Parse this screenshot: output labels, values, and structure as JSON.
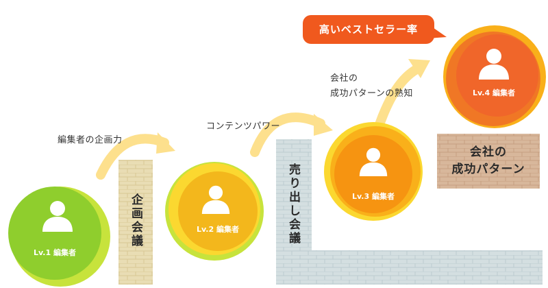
{
  "diagram": {
    "levels": [
      {
        "label": "Lv.1 編集者",
        "color": "#8fce2d"
      },
      {
        "label": "Lv.2 編集者",
        "color": "#f3b71c"
      },
      {
        "label": "Lv.3 編集者",
        "color": "#f69411"
      },
      {
        "label": "Lv.4 編集者",
        "color": "#f07725"
      }
    ],
    "skills": [
      {
        "label": "編集者の企画力"
      },
      {
        "label": "コンテンツパワー"
      },
      {
        "line1": "会社の",
        "line2": "成功パターンの熟知"
      }
    ],
    "walls": [
      {
        "label": "企画会議",
        "color": "#e9ddb4"
      },
      {
        "label": "売り出し会議",
        "color": "#d4dfe1"
      },
      {
        "line1": "会社の",
        "line2": "成功パターン",
        "color": "#d8b79b"
      }
    ],
    "callout": {
      "label": "高いベストセラー率",
      "color": "#f0591e"
    },
    "arrow_color": "#fde08d"
  }
}
